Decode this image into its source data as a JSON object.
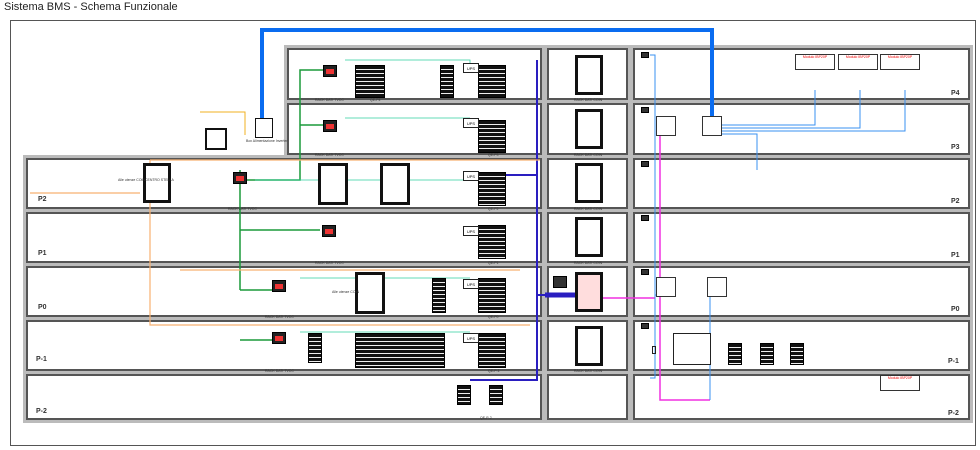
{
  "title": "Sistema BMS - Schema Funzionale",
  "floors": {
    "p4": "P4",
    "p3": "P3",
    "p2": "P2",
    "p1": "P1",
    "p0": "P0",
    "pm1": "P-1",
    "pm2": "P-2"
  },
  "labels": {
    "rack_tvcc": "RACK DATI TVCC",
    "rack_coin": "RACK DATI COIN",
    "centro_stella": "CENTRO STELLA",
    "ups": "UPS",
    "coin_users": "Alle utenze COIN",
    "inverter_box": "Box Alimentazione Inverter",
    "module": "Modulo IBP20P",
    "qe_p4": "QE-P4",
    "qe_p3": "QE-P3",
    "qe_p2": "QE-P2",
    "qe_p1": "QE-P1",
    "qe_p0": "QE-P0",
    "qe_pm1": "QE-P-1",
    "qe_pm2": "QE-P-2"
  }
}
